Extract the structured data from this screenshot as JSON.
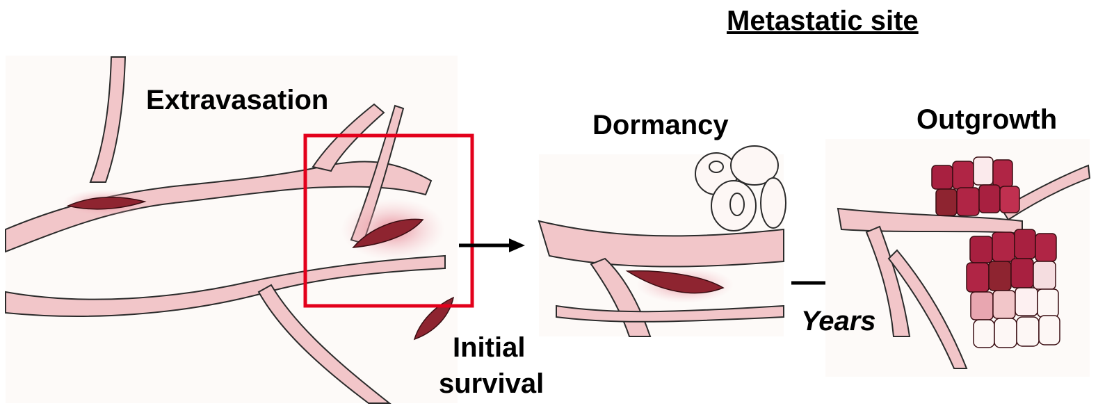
{
  "title": "Metastatic site",
  "stages": {
    "extravasation": "Extravasation",
    "initial_survival_line1": "Initial",
    "initial_survival_line2": "survival",
    "dormancy": "Dormancy",
    "outgrowth": "Outgrowth"
  },
  "transition_label": "Years",
  "colors": {
    "vessel": "#f2c6c9",
    "vessel_outline": "#2b2b2b",
    "cell": "#8e2430",
    "tumor": "#b02545",
    "highlight_box": "#e3001b",
    "arrow": "#000000"
  }
}
